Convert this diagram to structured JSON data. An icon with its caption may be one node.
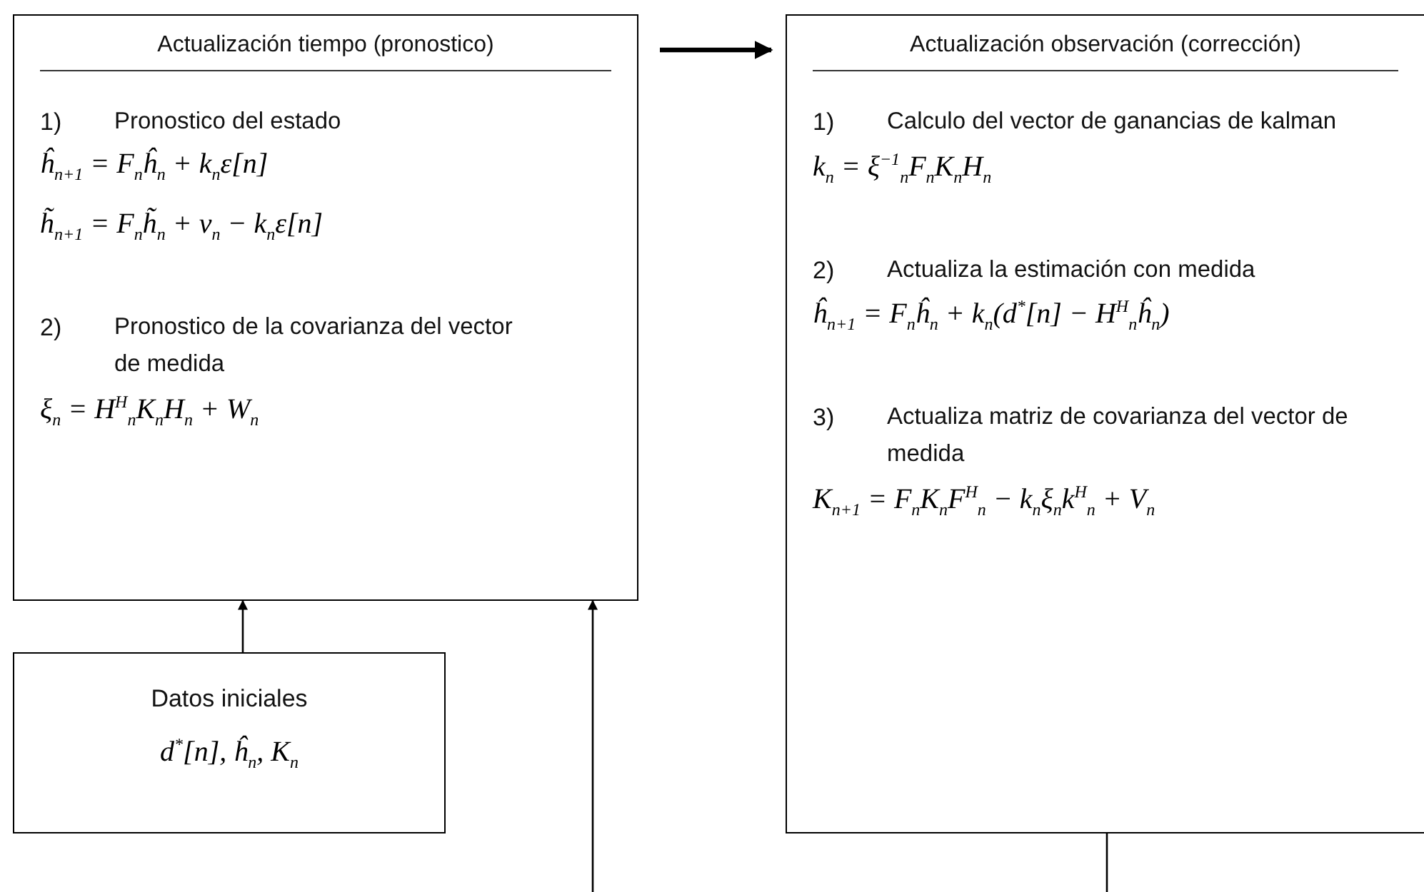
{
  "diagram": {
    "nodes": [
      {
        "text": [
          "Actualización tiempo (pronostico)",
          "1)",
          "Pronostico del estado",
          "ĥ$_{n+1}$ = F$_{n}$ĥ$_{n}$ + k$_{n}$ε[n]",
          "h̃$_{n+1}$ = F$_{n}$h̃$_{n}$ + v$_{n}$ − k$_{n}$ε[n]",
          "2)",
          "Pronostico de la covarianza del vector de medida",
          "ξ$_{n}$ = H$^{H}$$_{n}$K$_{n}$H$_{n}$ + W$_{n}$"
        ]
      },
      {
        "text": [
          "Actualización observación (corrección)",
          "1)",
          "Calculo del vector de ganancias de kalman",
          "k$_{n}$ = ξ$^{−1}$$_{n}$F$_{n}$K$_{n}$H$_{n}$",
          "2)",
          "Actualiza la estimación con medida",
          "ĥ$_{n+1}$ = F$_{n}$ĥ$_{n}$ + k$_{n}$(d$^{*}$[n] − H$^{H}$$_{n}$ĥ$_{n}$)",
          "3)",
          "Actualiza matriz de covarianza del vector de medida",
          "K$_{n+1}$ = F$_{n}$K$_{n}$F$^{H}$$_{n}$ − k$_{n}$ξ$_{n}$k$^{H}$$_{n}$ + V$_{n}$"
        ]
      },
      {
        "text": [
          "Datos iniciales",
          "d$^{*}$[n], ĥ$_{n}$, K$_{n}$"
        ]
      }
    ],
    "edges": [
      {
        "from": 0,
        "to": 1,
        "arrow": "to",
        "style": "thick"
      },
      {
        "from": 2,
        "to": 0,
        "arrow": "to"
      },
      {
        "from": null,
        "to": 0,
        "arrow": "to"
      },
      {
        "from": 1,
        "to": null,
        "arrow": "none"
      }
    ]
  }
}
